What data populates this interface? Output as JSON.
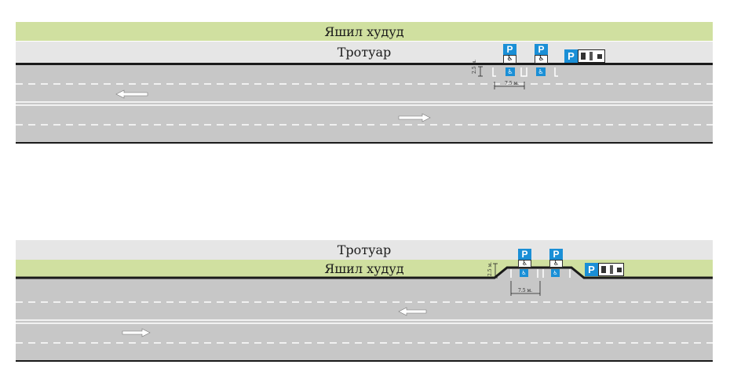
{
  "top": {
    "green_label": "Яшил худуд",
    "sidewalk_label": "Тротуар",
    "dim_width": "2.5 м.",
    "dim_length": "7.5 м."
  },
  "bottom": {
    "sidewalk_label": "Тротуар",
    "green_label": "Яшил худуд",
    "dim_width": "2.5 м.",
    "dim_length": "7.5 м."
  },
  "signs": {
    "parking_letter": "P",
    "disabled_symbol": "♿",
    "parking_color": "#1a8fd6"
  },
  "colors": {
    "green": "#d0e0a0",
    "sidewalk": "#e6e6e6",
    "road": "#c7c7c7",
    "lane_marking": "#ffffff"
  }
}
